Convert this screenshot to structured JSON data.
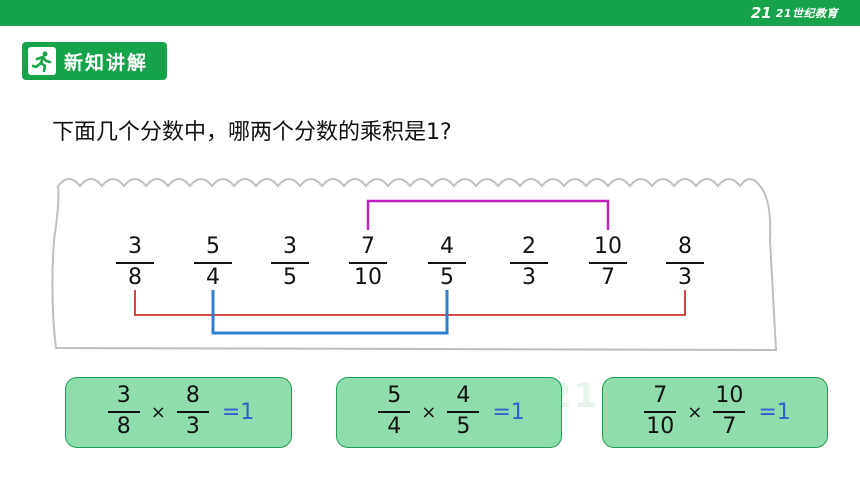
{
  "header": {
    "brand_mark": "21",
    "brand_text": "21世纪教育"
  },
  "section": {
    "title": "新知讲解",
    "icon": "runner-icon"
  },
  "question": "下面几个分数中，哪两个分数的乘积是1?",
  "fractions": [
    {
      "num": "3",
      "den": "8"
    },
    {
      "num": "5",
      "den": "4"
    },
    {
      "num": "3",
      "den": "5"
    },
    {
      "num": "7",
      "den": "10"
    },
    {
      "num": "4",
      "den": "5"
    },
    {
      "num": "2",
      "den": "3"
    },
    {
      "num": "10",
      "den": "7"
    },
    {
      "num": "8",
      "den": "3"
    }
  ],
  "links": [
    {
      "from": 3,
      "to": 6,
      "color": "#c020c0",
      "side": "top"
    },
    {
      "from": 0,
      "to": 7,
      "color": "#d03030",
      "side": "bottom"
    },
    {
      "from": 1,
      "to": 4,
      "color": "#2f7fd0",
      "side": "bottom"
    }
  ],
  "answers": [
    {
      "a": {
        "num": "3",
        "den": "8"
      },
      "b": {
        "num": "8",
        "den": "3"
      },
      "op": "×",
      "result": "=1"
    },
    {
      "a": {
        "num": "5",
        "den": "4"
      },
      "b": {
        "num": "4",
        "den": "5"
      },
      "op": "×",
      "result": "=1"
    },
    {
      "a": {
        "num": "7",
        "den": "10"
      },
      "b": {
        "num": "10",
        "den": "7"
      },
      "op": "×",
      "result": "=1"
    }
  ],
  "colors": {
    "brand_green": "#16a34a",
    "card_fill": "#8fdcad",
    "result_blue": "#2f5fd0"
  }
}
